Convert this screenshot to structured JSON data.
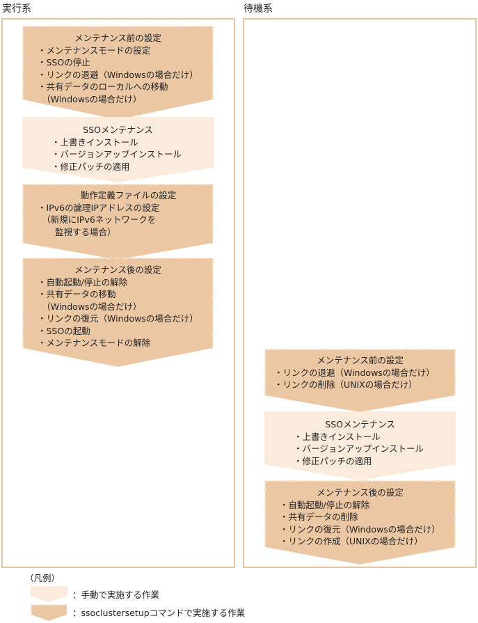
{
  "columns": {
    "active": {
      "title": "実行系"
    },
    "standby": {
      "title": "待機系"
    }
  },
  "colors": {
    "manual_fill": "#faebdc",
    "command_fill": "#ebc7a4",
    "command_dash": "#f6e3cf",
    "panel_border": "#e6c4a2"
  },
  "active_steps": [
    {
      "type": "command",
      "title": "メンテナンス前の設定",
      "items": [
        "・メンテナンスモードの設定",
        "・SSOの停止",
        "・リンクの退避（Windowsの場合だけ）",
        "・共有データのローカルへの移動",
        "　（Windowsの場合だけ）"
      ]
    },
    {
      "type": "manual",
      "title": "SSOメンテナンス",
      "items": [
        "・上書きインストール",
        "・バージョンアップインストール",
        "・修正パッチの適用"
      ]
    },
    {
      "type": "command",
      "title": "動作定義ファイルの設定",
      "items": [
        "・IPv6の論理IPアドレスの設定",
        "　（新規にIPv6ネットワークを",
        "　　監視する場合）"
      ]
    },
    {
      "type": "command",
      "title": "メンテナンス後の設定",
      "items": [
        "・自動起動/停止の解除",
        "・共有データの移動",
        "　（Windowsの場合だけ）",
        "・リンクの復元（Windowsの場合だけ）",
        "・SSOの起動",
        "・メンテナンスモードの解除"
      ]
    }
  ],
  "standby_steps": [
    {
      "type": "command",
      "title": "メンテナンス前の設定",
      "items": [
        "・リンクの退避（Windowsの場合だけ）",
        "・リンクの削除（UNIXの場合だけ）"
      ]
    },
    {
      "type": "manual",
      "title": "SSOメンテナンス",
      "items": [
        "・上書きインストール",
        "・バージョンアップインストール",
        "・修正パッチの適用"
      ]
    },
    {
      "type": "command",
      "title": "メンテナンス後の設定",
      "items": [
        "・自動起動/停止の解除",
        "・共有データの削除",
        "・リンクの復元（Windowsの場合だけ）",
        "・リンクの作成（UNIXの場合だけ）"
      ]
    }
  ],
  "legend": {
    "title": "（凡例）",
    "manual_label": "：手動で実施する作業",
    "command_label": "：ssoclustersetupコマンドで実施する作業"
  }
}
